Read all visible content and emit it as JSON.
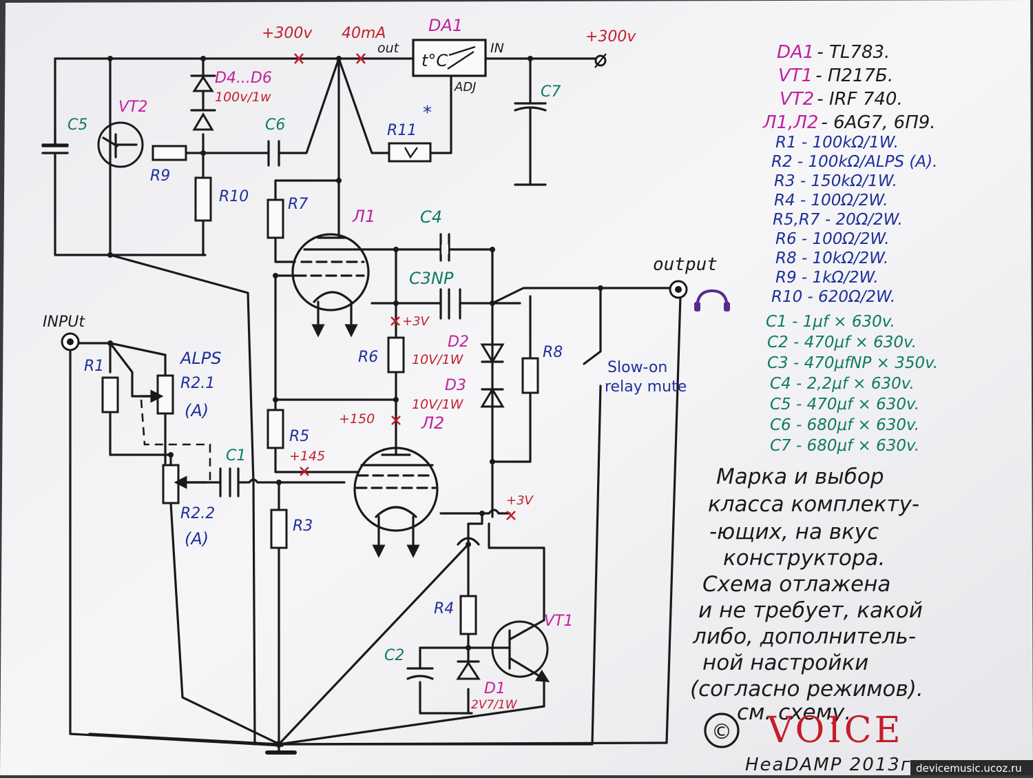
{
  "labels": {
    "v300_left": "+300v",
    "ma40": "40mA",
    "out": "out",
    "da1": "DA1",
    "in": "IN",
    "adj": "ADJ",
    "v300_right": "+300v",
    "tc": "t°C",
    "d4d6": "D4...D6",
    "d4d6_val": "100v/1w",
    "vt2": "VT2",
    "c5": "C5",
    "c6": "C6",
    "r9": "R9",
    "r10": "R10",
    "r11": "R11",
    "r11_star": "*",
    "c7": "C7",
    "r7": "R7",
    "l1": "Л1",
    "c4": "C4",
    "c3np": "C3NP",
    "output": "output",
    "v3_top": "+3V",
    "r6": "R6",
    "d2": "D2",
    "d2_val": "10V/1W",
    "d3": "D3",
    "d3_val": "10V/1W",
    "r8": "R8",
    "slow_on": "Slow-on",
    "relay_mute": "relay mute",
    "input": "INPUt",
    "r1": "R1",
    "alps": "ALPS",
    "r21": "R2.1",
    "r21_a": "(A)",
    "v150": "+150",
    "l2": "Л2",
    "r5": "R5",
    "v145": "+145",
    "c1": "C1",
    "r22": "R2.2",
    "r22_a": "(A)",
    "r3": "R3",
    "v3_bottom": "+3V",
    "r4": "R4",
    "vt1": "VT1",
    "c2": "C2",
    "d1": "D1",
    "d1_val": "2V7/1W"
  },
  "parts_list": {
    "semis": [
      {
        "ref": "DA1",
        "value": "- TL783."
      },
      {
        "ref": "VT1",
        "value": "- П217Б."
      },
      {
        "ref": "VT2",
        "value": "- IRF 740."
      },
      {
        "ref": "Л1,Л2",
        "value": "- 6AG7, 6П9."
      }
    ],
    "resistors": [
      "R1 - 100kΩ/1W.",
      "R2 - 100kΩ/ALPS (A).",
      "R3 - 150kΩ/1W.",
      "R4 - 100Ω/2W.",
      "R5,R7 - 20Ω/2W.",
      "R6 - 100Ω/2W.",
      "R8 - 10kΩ/2W.",
      "R9 - 1kΩ/2W.",
      "R10 - 620Ω/2W."
    ],
    "capacitors": [
      "C1 - 1μf × 630v.",
      "C2 - 470μf × 630v.",
      "C3 - 470μfNP × 350v.",
      "C4 - 2,2μf × 630v.",
      "C5 - 470μf × 630v.",
      "C6 - 680μf × 630v.",
      "C7 - 680μf × 630v."
    ]
  },
  "note": [
    "Марка и выбор",
    "класса комплекту-",
    "-ющих, на вкус",
    "конструктора.",
    "Схема отлажена",
    "и не требует, какой",
    "либо, дополнитель-",
    "ной настройки",
    "(согласно режимов).",
    "см. схему."
  ],
  "copyright": "©",
  "brand": "VOICE",
  "brand_sub": "HeaDAMP 2013г.",
  "watermark": "devicemusic.ucoz.ru",
  "colors": {
    "ink": "#1a1a1a",
    "blue": "#1d2f9a",
    "green": "#0f7a62",
    "magenta": "#c21f9b",
    "red": "#c41e2a",
    "paper": "#f3f3f5"
  }
}
